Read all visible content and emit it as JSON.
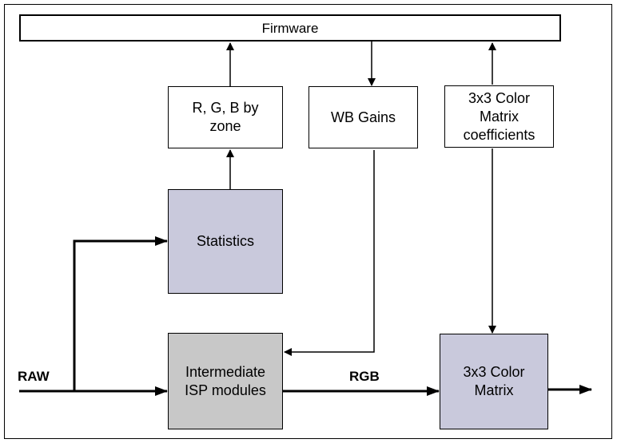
{
  "firmware": {
    "label": "Firmware"
  },
  "rgb_zone": {
    "line1": "R, G, B by",
    "line2": "zone"
  },
  "wb_gains": {
    "label": "WB Gains"
  },
  "ccm_coeffs": {
    "line1": "3x3 Color",
    "line2": "Matrix",
    "line3": "coefficients"
  },
  "statistics": {
    "label": "Statistics"
  },
  "isp": {
    "line1": "Intermediate",
    "line2": "ISP modules"
  },
  "color_matrix": {
    "line1": "3x3 Color",
    "line2": "Matrix"
  },
  "labels": {
    "raw": "RAW",
    "rgb": "RGB"
  },
  "colors": {
    "stats_fill": "#c9c9dc",
    "isp_fill": "#c8c8c8",
    "matrix_fill": "#c9c9dc"
  }
}
